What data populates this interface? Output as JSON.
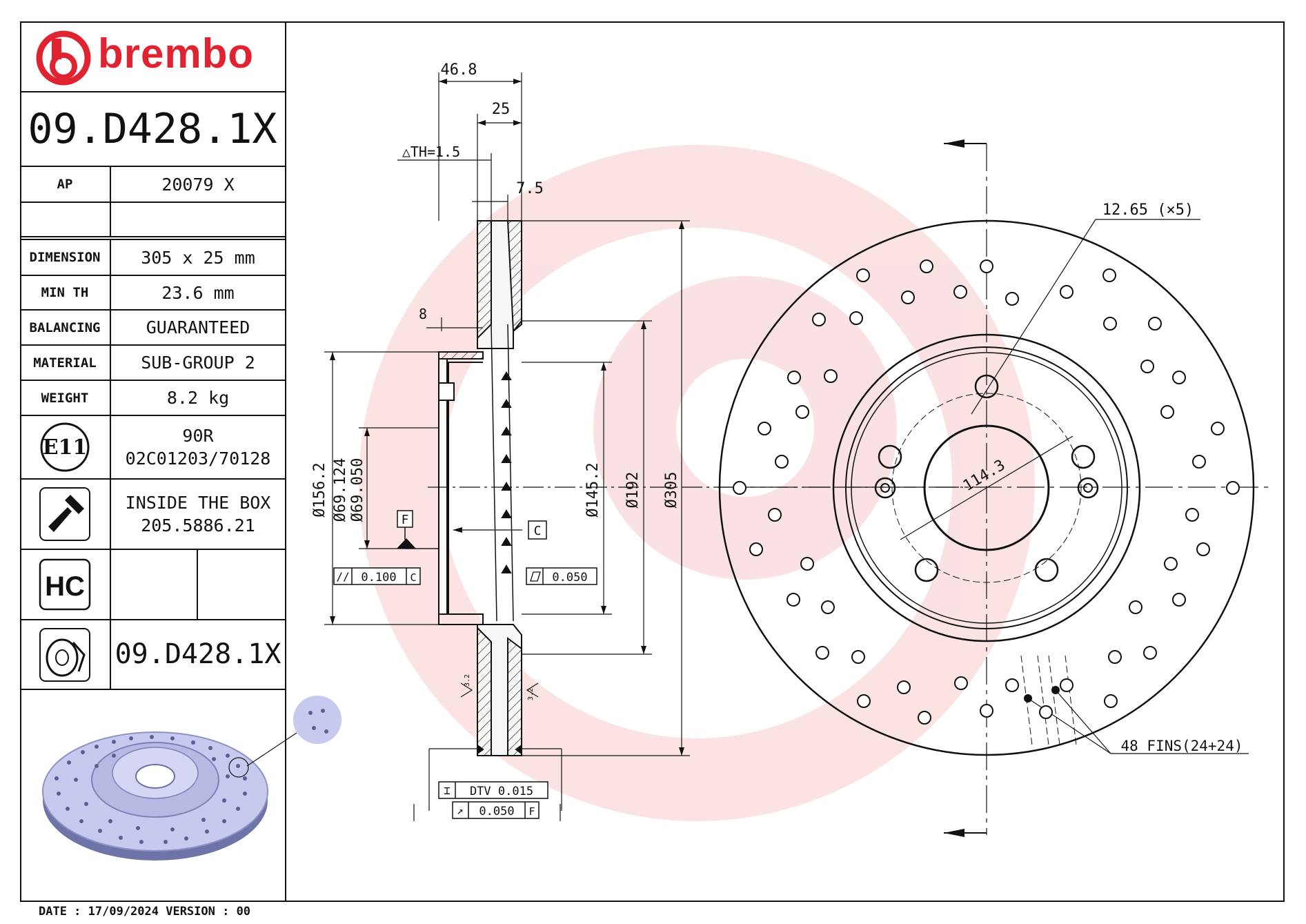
{
  "brand": {
    "name": "brembo",
    "accent_color": "#e02331"
  },
  "part_number": "09.D428.1X",
  "specs": [
    {
      "label": "AP",
      "value": "20079 X"
    },
    {
      "label": "",
      "value": ""
    },
    {
      "label": "DIMENSION",
      "value": "305 x 25 mm"
    },
    {
      "label": "MIN TH",
      "value": "23.6 mm"
    },
    {
      "label": "BALANCING",
      "value": "GUARANTEED"
    },
    {
      "label": "MATERIAL",
      "value": "SUB-GROUP 2"
    },
    {
      "label": "WEIGHT",
      "value": "8.2 kg"
    }
  ],
  "homologation": {
    "badge": "E11",
    "line1": "90R",
    "line2": "02C01203/70128"
  },
  "inside_box": {
    "line1": "INSIDE THE BOX",
    "line2": "205.5886.21"
  },
  "hc": {
    "badge": "HC"
  },
  "bottom_part_number": "09.D428.1X",
  "footer": "DATE : 17/09/2024 VERSION : 00",
  "section_dims": {
    "overall_width": "46.8",
    "thickness": "25",
    "th_tolerance": "△TH=1.5",
    "pad_width": "7.5",
    "hat_offset": "8",
    "d156": "Ø156.2",
    "d69124": "Ø69.124",
    "d69050": "Ø69.050",
    "d1452": "Ø145.2",
    "d192": "Ø192",
    "d305": "Ø305",
    "datum_f": "F",
    "datum_c": "C",
    "parallelism": "0.100",
    "parallelism_ref": "C",
    "flatness": "0.050",
    "dtv": "DTV 0.015",
    "runout": "0.050",
    "runout_ref": "F",
    "roughness_left": "3.2",
    "roughness_right": "3.2"
  },
  "face_dims": {
    "hole_dia": "12.65 (×5)",
    "pcd": "114.3",
    "fins": "48 FINS(24+24)"
  }
}
